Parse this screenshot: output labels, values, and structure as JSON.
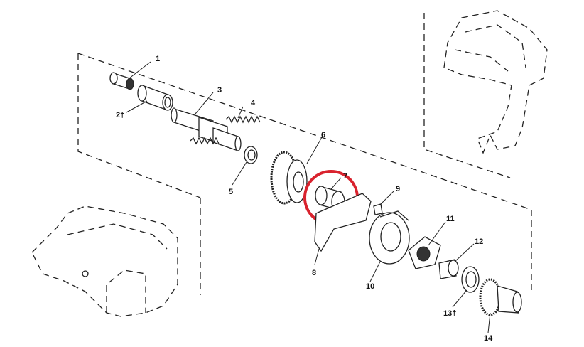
{
  "labels": {
    "l1": "1",
    "l2": "2†",
    "l3": "3",
    "l4": "4",
    "l5": "5",
    "l6": "6",
    "l7": "7",
    "l8": "8",
    "l9": "9",
    "l10": "10",
    "l11": "11",
    "l12": "12",
    "l13": "13†",
    "l14": "14"
  },
  "highlight": {
    "color": "#d9232e",
    "part": "7"
  }
}
